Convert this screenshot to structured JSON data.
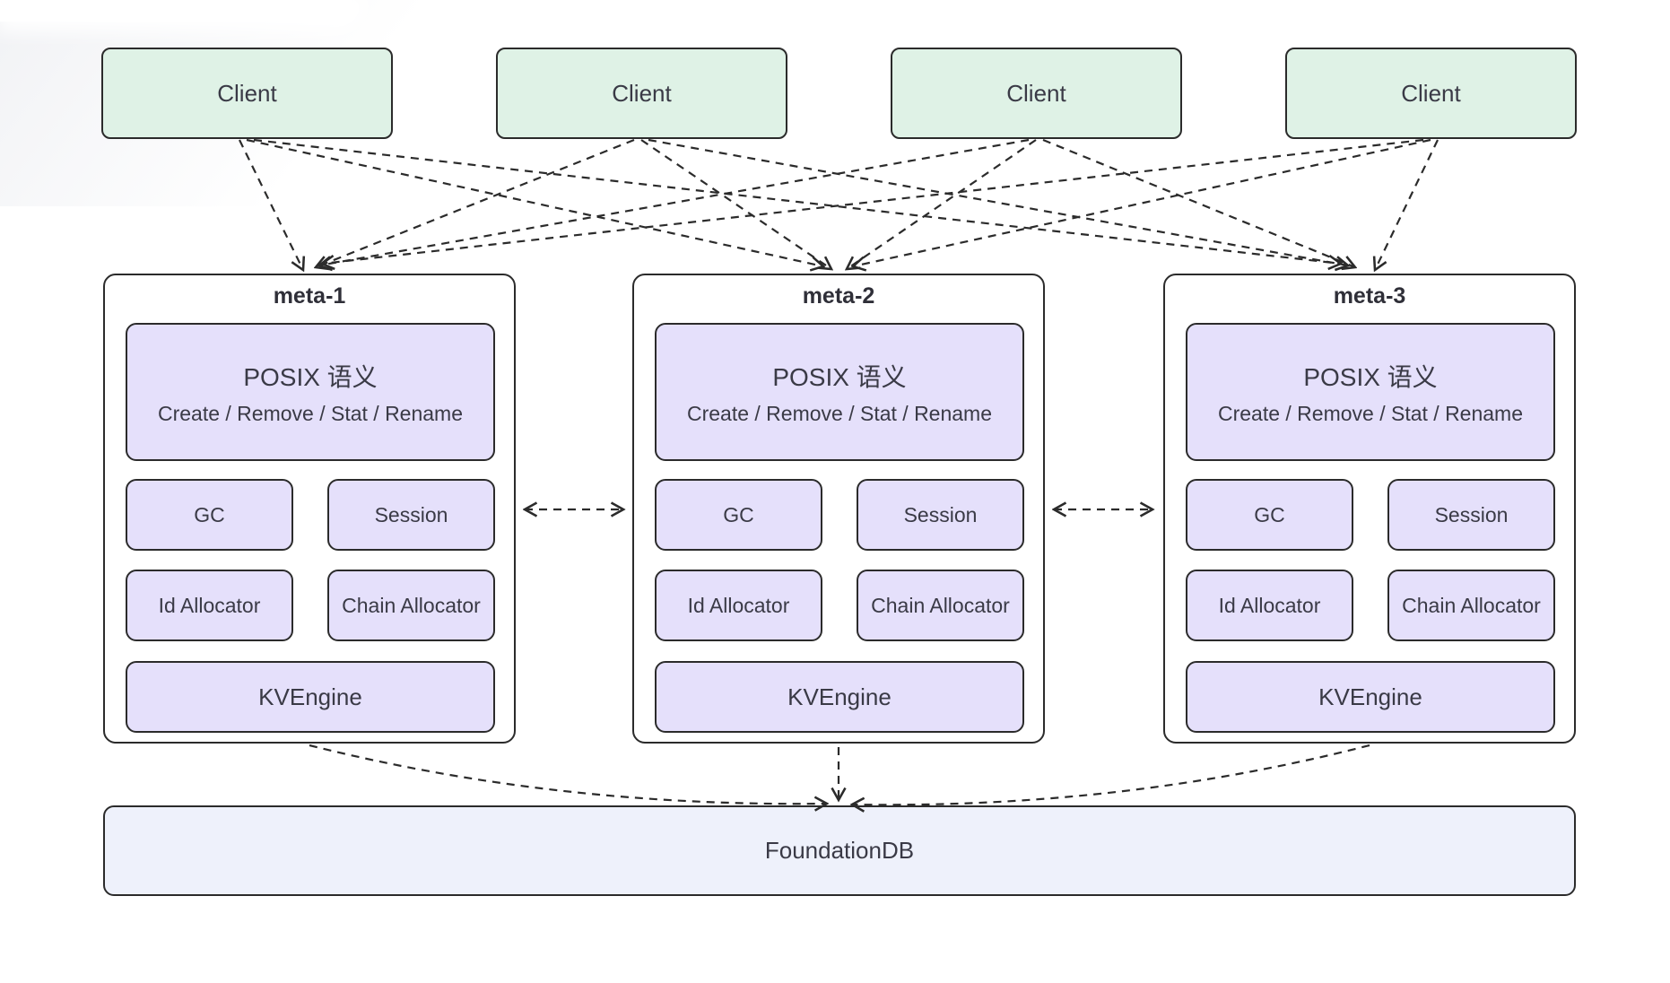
{
  "diagram": {
    "clients": [
      {
        "label": "Client"
      },
      {
        "label": "Client"
      },
      {
        "label": "Client"
      },
      {
        "label": "Client"
      }
    ],
    "meta_nodes": [
      {
        "title": "meta-1",
        "posix": {
          "title": "POSIX 语义",
          "subtitle": "Create / Remove / Stat / Rename"
        },
        "modules": [
          {
            "label": "GC"
          },
          {
            "label": "Session"
          },
          {
            "label": "Id Allocator"
          },
          {
            "label": "Chain Allocator"
          }
        ],
        "engine": {
          "label": "KVEngine"
        }
      },
      {
        "title": "meta-2",
        "posix": {
          "title": "POSIX 语义",
          "subtitle": "Create / Remove / Stat / Rename"
        },
        "modules": [
          {
            "label": "GC"
          },
          {
            "label": "Session"
          },
          {
            "label": "Id Allocator"
          },
          {
            "label": "Chain Allocator"
          }
        ],
        "engine": {
          "label": "KVEngine"
        }
      },
      {
        "title": "meta-3",
        "posix": {
          "title": "POSIX 语义",
          "subtitle": "Create / Remove / Stat / Rename"
        },
        "modules": [
          {
            "label": "GC"
          },
          {
            "label": "Session"
          },
          {
            "label": "Id Allocator"
          },
          {
            "label": "Chain Allocator"
          }
        ],
        "engine": {
          "label": "KVEngine"
        }
      }
    ],
    "database": {
      "label": "FoundationDB"
    },
    "colors": {
      "client-fill": "#dff2e6",
      "node-fill": "#ffffff",
      "module-fill": "#e5e0fb",
      "db-fill": "#eef1fb",
      "border": "#2b2b2b",
      "arrow": "#2b2b2b",
      "text": "#3a3a46",
      "title-text": "#2f2f38"
    }
  }
}
